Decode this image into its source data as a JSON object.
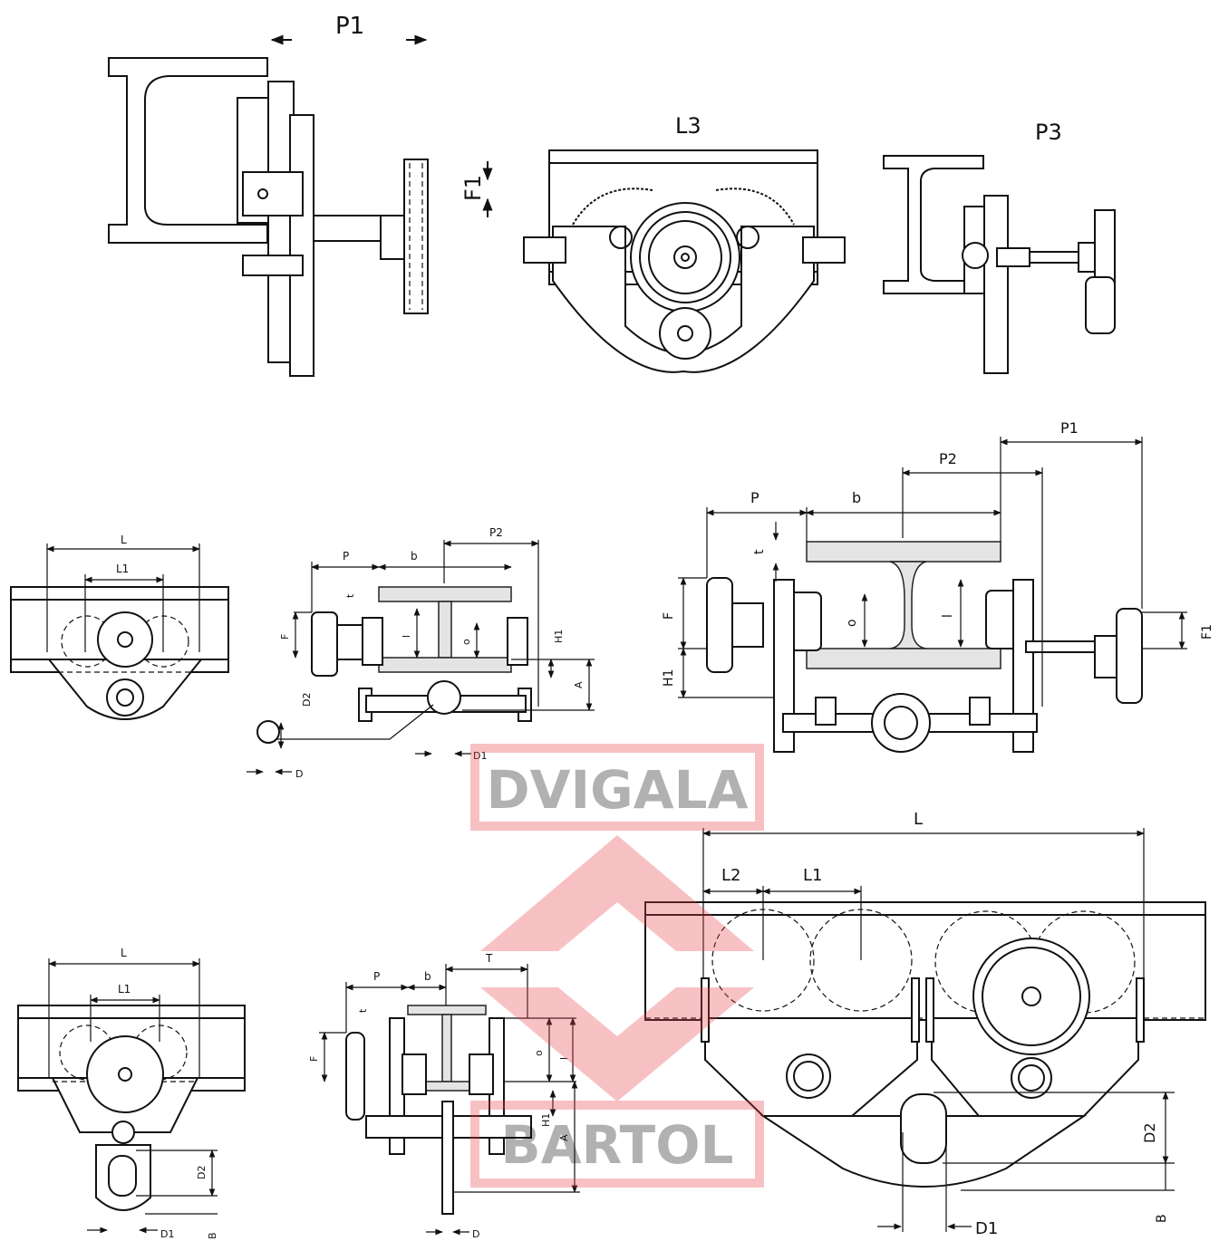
{
  "watermark": {
    "top": "DVIGALA",
    "bottom": "BARTOL",
    "color": "#e9424a",
    "opacity": 0.32
  },
  "labels": {
    "p1_top": "P1",
    "l3_top": "L3",
    "p3_top": "P3",
    "f1_top": "F1",
    "mid_left": {
      "L": "L",
      "L1": "L1"
    },
    "mid_section": {
      "P": "P",
      "b": "b",
      "P2": "P2",
      "t": "t",
      "F": "F",
      "l": "l",
      "o": "o",
      "H1": "H1",
      "A": "A",
      "D2": "D2",
      "D1": "D1",
      "D": "D"
    },
    "mid_right": {
      "P1": "P1",
      "P2": "P2",
      "P": "P",
      "b": "b",
      "t": "t",
      "F": "F",
      "o": "o",
      "l": "l",
      "F1": "F1",
      "H1": "H1"
    },
    "bot_left": {
      "L": "L",
      "L1": "L1",
      "D2": "D2",
      "D1": "D1",
      "B": "B"
    },
    "bot_section": {
      "P": "P",
      "b": "b",
      "T": "T",
      "t": "t",
      "F": "F",
      "o": "o",
      "l": "l",
      "H1": "H1",
      "A": "A",
      "D": "D"
    },
    "bot_right": {
      "L": "L",
      "L2": "L2",
      "L1": "L1",
      "D2": "D2",
      "D1": "D1",
      "B": "B"
    }
  }
}
